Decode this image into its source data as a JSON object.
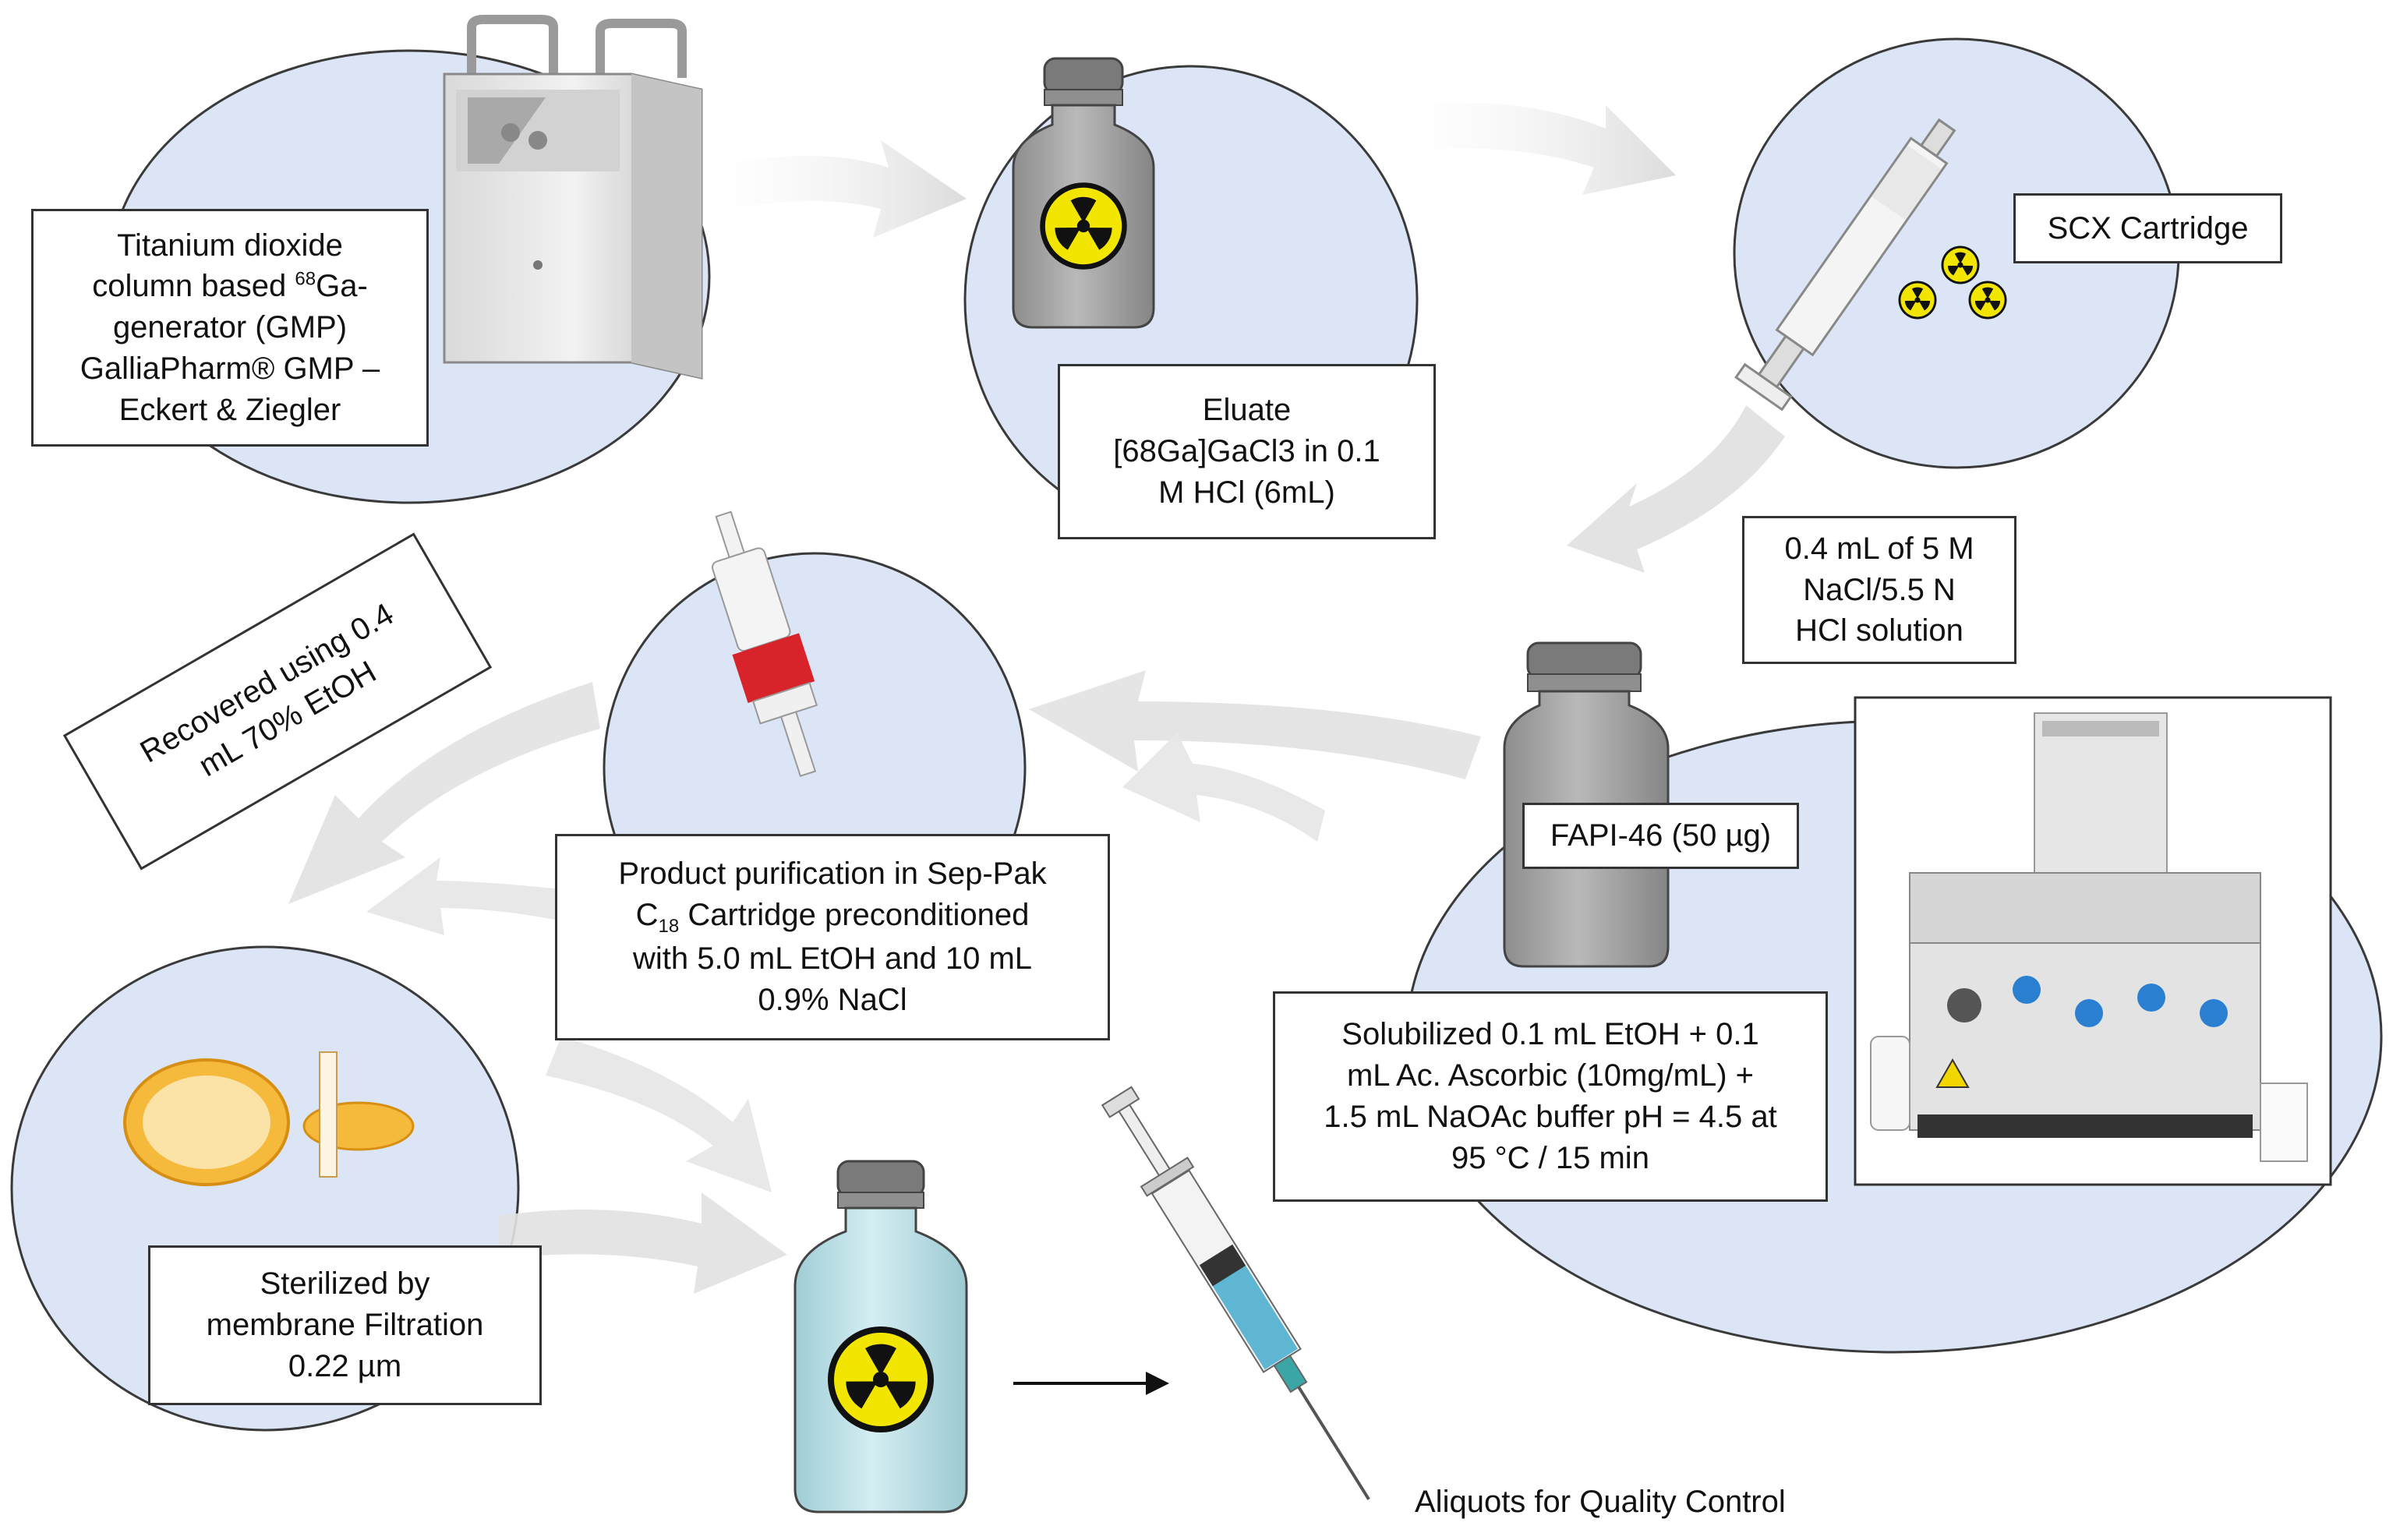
{
  "generator_box": {
    "line1": "Titanium dioxide",
    "line2_pre": "column based ",
    "line2_sup": "68",
    "line2_post": "Ga-",
    "line3": "generator (GMP)",
    "line4": "GalliaPharm® GMP –",
    "line5": "Eckert & Ziegler"
  },
  "eluate_box": {
    "line1": "Eluate",
    "line2": "[68Ga]GaCl3 in 0.1",
    "line3": "M HCl (6mL)"
  },
  "scx_box": {
    "label": "SCX Cartridge"
  },
  "nacl_box": {
    "line1": "0.4 mL of 5 M",
    "line2": "NaCl/5.5 N",
    "line3": "HCl solution"
  },
  "fapi_box": {
    "label": "FAPI-46 (50 µg)"
  },
  "solubilized_box": {
    "line1": "Solubilized 0.1 mL EtOH + 0.1",
    "line2": "mL Ac. Ascorbic (10mg/mL) +",
    "line3": "1.5 mL NaOAc buffer pH = 4.5 at",
    "line4": "95 °C / 15 min"
  },
  "seppak_box": {
    "line1": "Product purification in Sep-Pak",
    "line2_pre": "C",
    "line2_sub": "18",
    "line2_post": " Cartridge preconditioned",
    "line3": "with 5.0 mL EtOH and 10 mL",
    "line4": "0.9% NaCl"
  },
  "recovered_box": {
    "line1": "Recovered using 0.4",
    "line2": "mL 70% EtOH"
  },
  "sterilized_box": {
    "line1": "Sterilized by",
    "line2": "membrane Filtration",
    "line3": "0.22 µm"
  },
  "qc_label": "Aliquots for Quality Control",
  "colors": {
    "ellipse_fill": "#dbe5f5",
    "vial_grey": "#a8a8a8",
    "vial_cap": "#7a7a7a",
    "hazard_yellow": "#f2e600",
    "final_liquid": "#bfe4ea",
    "arrow_grey": "#e4e4e4"
  }
}
